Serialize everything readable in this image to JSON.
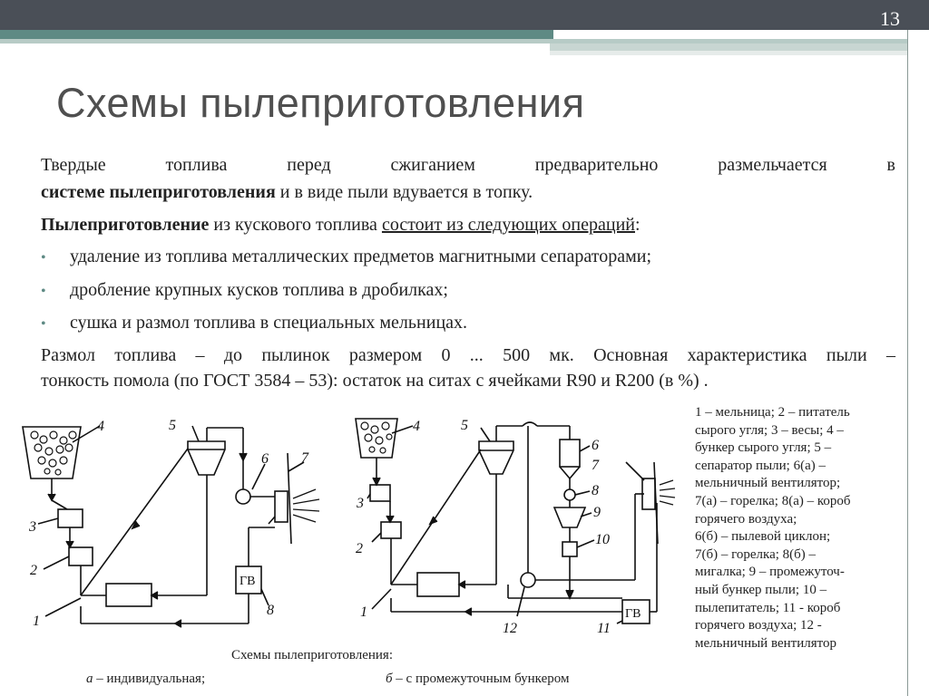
{
  "slide": {
    "number": "13",
    "title": "Схемы пылеприготовления"
  },
  "intro": {
    "line1": "Твердые топлива перед сжиганием предварительно размельчается в",
    "line2_bold": "системе пылеприготовления",
    "line2_rest": " и в виде пыли вдувается в топку."
  },
  "operations": {
    "bold": "Пылеприготовление",
    "middle": " из кускового топлива ",
    "underlined": "состоит из следующих операций",
    "colon": ":"
  },
  "bullets": [
    "удаление из топлива металлических предметов магнитными сепараторами;",
    "дробление крупных кусков топлива в дробилках;",
    "сушка и размол топлива в специальных мельницах."
  ],
  "grinding": {
    "line1": "Размол топлива – до пылинок размером 0 ... 500 мк. Основная характеристика пыли –",
    "line2": "тонкость помола (по ГОСТ 3584 – 53): остаток на ситах с ячейками R90 и R200 (в %) ."
  },
  "diagram": {
    "caption_title": "Схемы пылеприготовления:",
    "caption_a_letter": "а",
    "caption_a": " – индивидуальная;",
    "caption_b_letter": "б",
    "caption_b": " – с промежуточным бункером",
    "gv_label": "ГВ",
    "left_labels": [
      "4",
      "5",
      "6",
      "7",
      "3",
      "2",
      "1",
      "8"
    ],
    "right_labels": [
      "4",
      "5",
      "6",
      "7",
      "8",
      "9",
      "10",
      "3",
      "2",
      "1",
      "12",
      "11"
    ]
  },
  "legend": [
    "1 – мельница;  2 – питатель",
    "сырого угля;  3 – весы;  4 –",
    "бункер сырого угля;  5 –",
    "сепаратор пыли; 6(а) –",
    "мельничный вентилятор;",
    "7(а) – горелка; 8(а) – короб",
    "горячего воздуха;",
    "6(б) – пылевой циклон;",
    "7(б) – горелка; 8(б) –",
    "мигалка; 9 – промежуточ-",
    "ный бункер пыли; 10 –",
    "пылепитатель; 11 -  короб",
    "горячего воздуха; 12 -",
    "мельничный вентилятор"
  ]
}
